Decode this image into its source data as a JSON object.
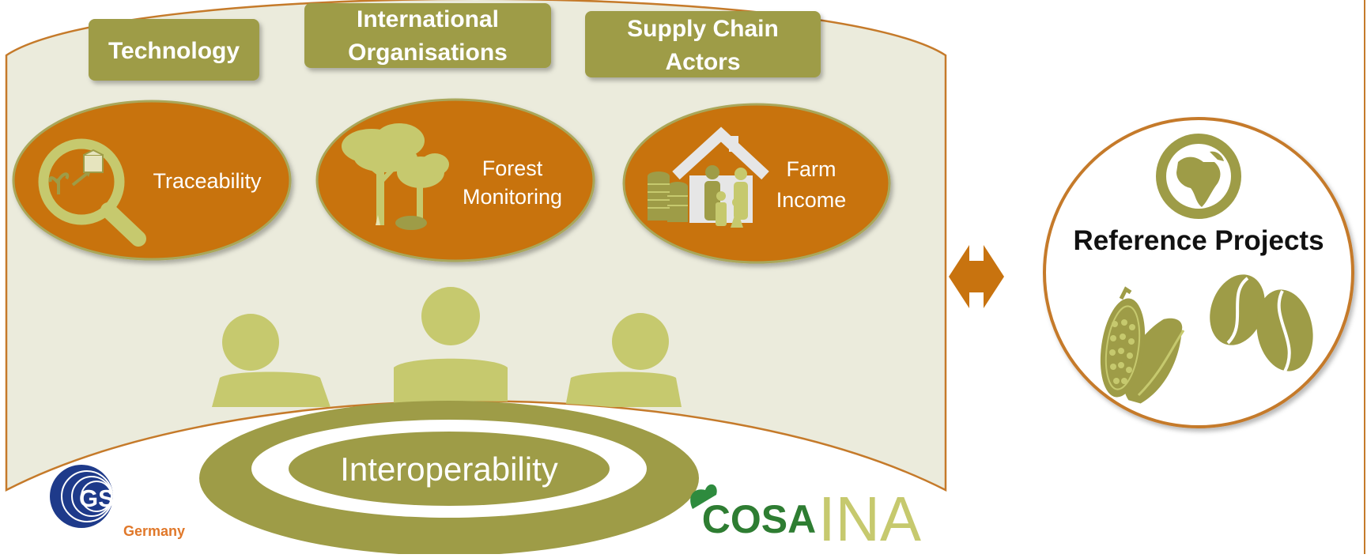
{
  "categories": [
    {
      "label_lines": [
        "Technology"
      ]
    },
    {
      "label_lines": [
        "International",
        "Organisations"
      ]
    },
    {
      "label_lines": [
        "Supply Chain",
        "Actors"
      ]
    }
  ],
  "topics": [
    {
      "label_lines": [
        "Traceability"
      ],
      "icon": "magnifier-plant-box-icon"
    },
    {
      "label_lines": [
        "Forest",
        "Monitoring"
      ],
      "icon": "trees-icon"
    },
    {
      "label_lines": [
        "Farm",
        "Income"
      ],
      "icon": "family-house-coins-icon"
    }
  ],
  "table_label": "Interoperability",
  "reference": {
    "title": "Reference Projects",
    "icons": [
      "globe-icon",
      "cocoa-pod-icon",
      "coffee-beans-icon"
    ]
  },
  "logos": {
    "gs1": {
      "mark": "GS1",
      "sub": "Germany"
    },
    "cosa": "COSA",
    "ina": "INA"
  },
  "colors": {
    "background_panel": "#EBEBDC",
    "panel_border": "#C57A2A",
    "header_box": "#9E9C47",
    "ellipse": "#C8730F",
    "people": "#C6C96E",
    "table": "#9E9C47",
    "arrow": "#C8730F",
    "icon_green": "#9E9C47"
  }
}
